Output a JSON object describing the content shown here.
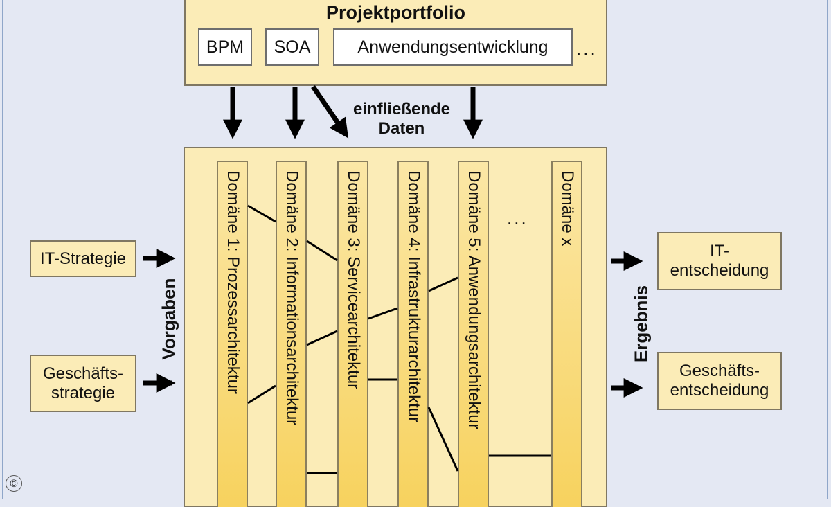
{
  "portfolio": {
    "title": "Projektportfolio",
    "items": [
      "BPM",
      "SOA",
      "Anwendungsentwicklung"
    ],
    "ellipsis": "..."
  },
  "flow_label_line1": "einfließende",
  "flow_label_line2": "Daten",
  "inputs": {
    "label": "Vorgaben",
    "it_strategy": "IT-Strategie",
    "business_strategy_line1": "Geschäfts-",
    "business_strategy_line2": "strategie"
  },
  "domains": [
    "Domäne 1: Prozessarchitektur",
    "Domäne 2: Informationsarchitektur",
    "Domäne 3: Servicearchitektur",
    "Domäne 4: Infrastrukturarchitektur",
    "Domäne 5: Anwendungsarchitektur",
    "Domäne x"
  ],
  "domains_ellipsis": "...",
  "outputs": {
    "label": "Ergebnis",
    "it_decision_line1": "IT-",
    "it_decision_line2": "entscheidung",
    "business_decision_line1": "Geschäfts-",
    "business_decision_line2": "entscheidung"
  },
  "copyright": "©"
}
